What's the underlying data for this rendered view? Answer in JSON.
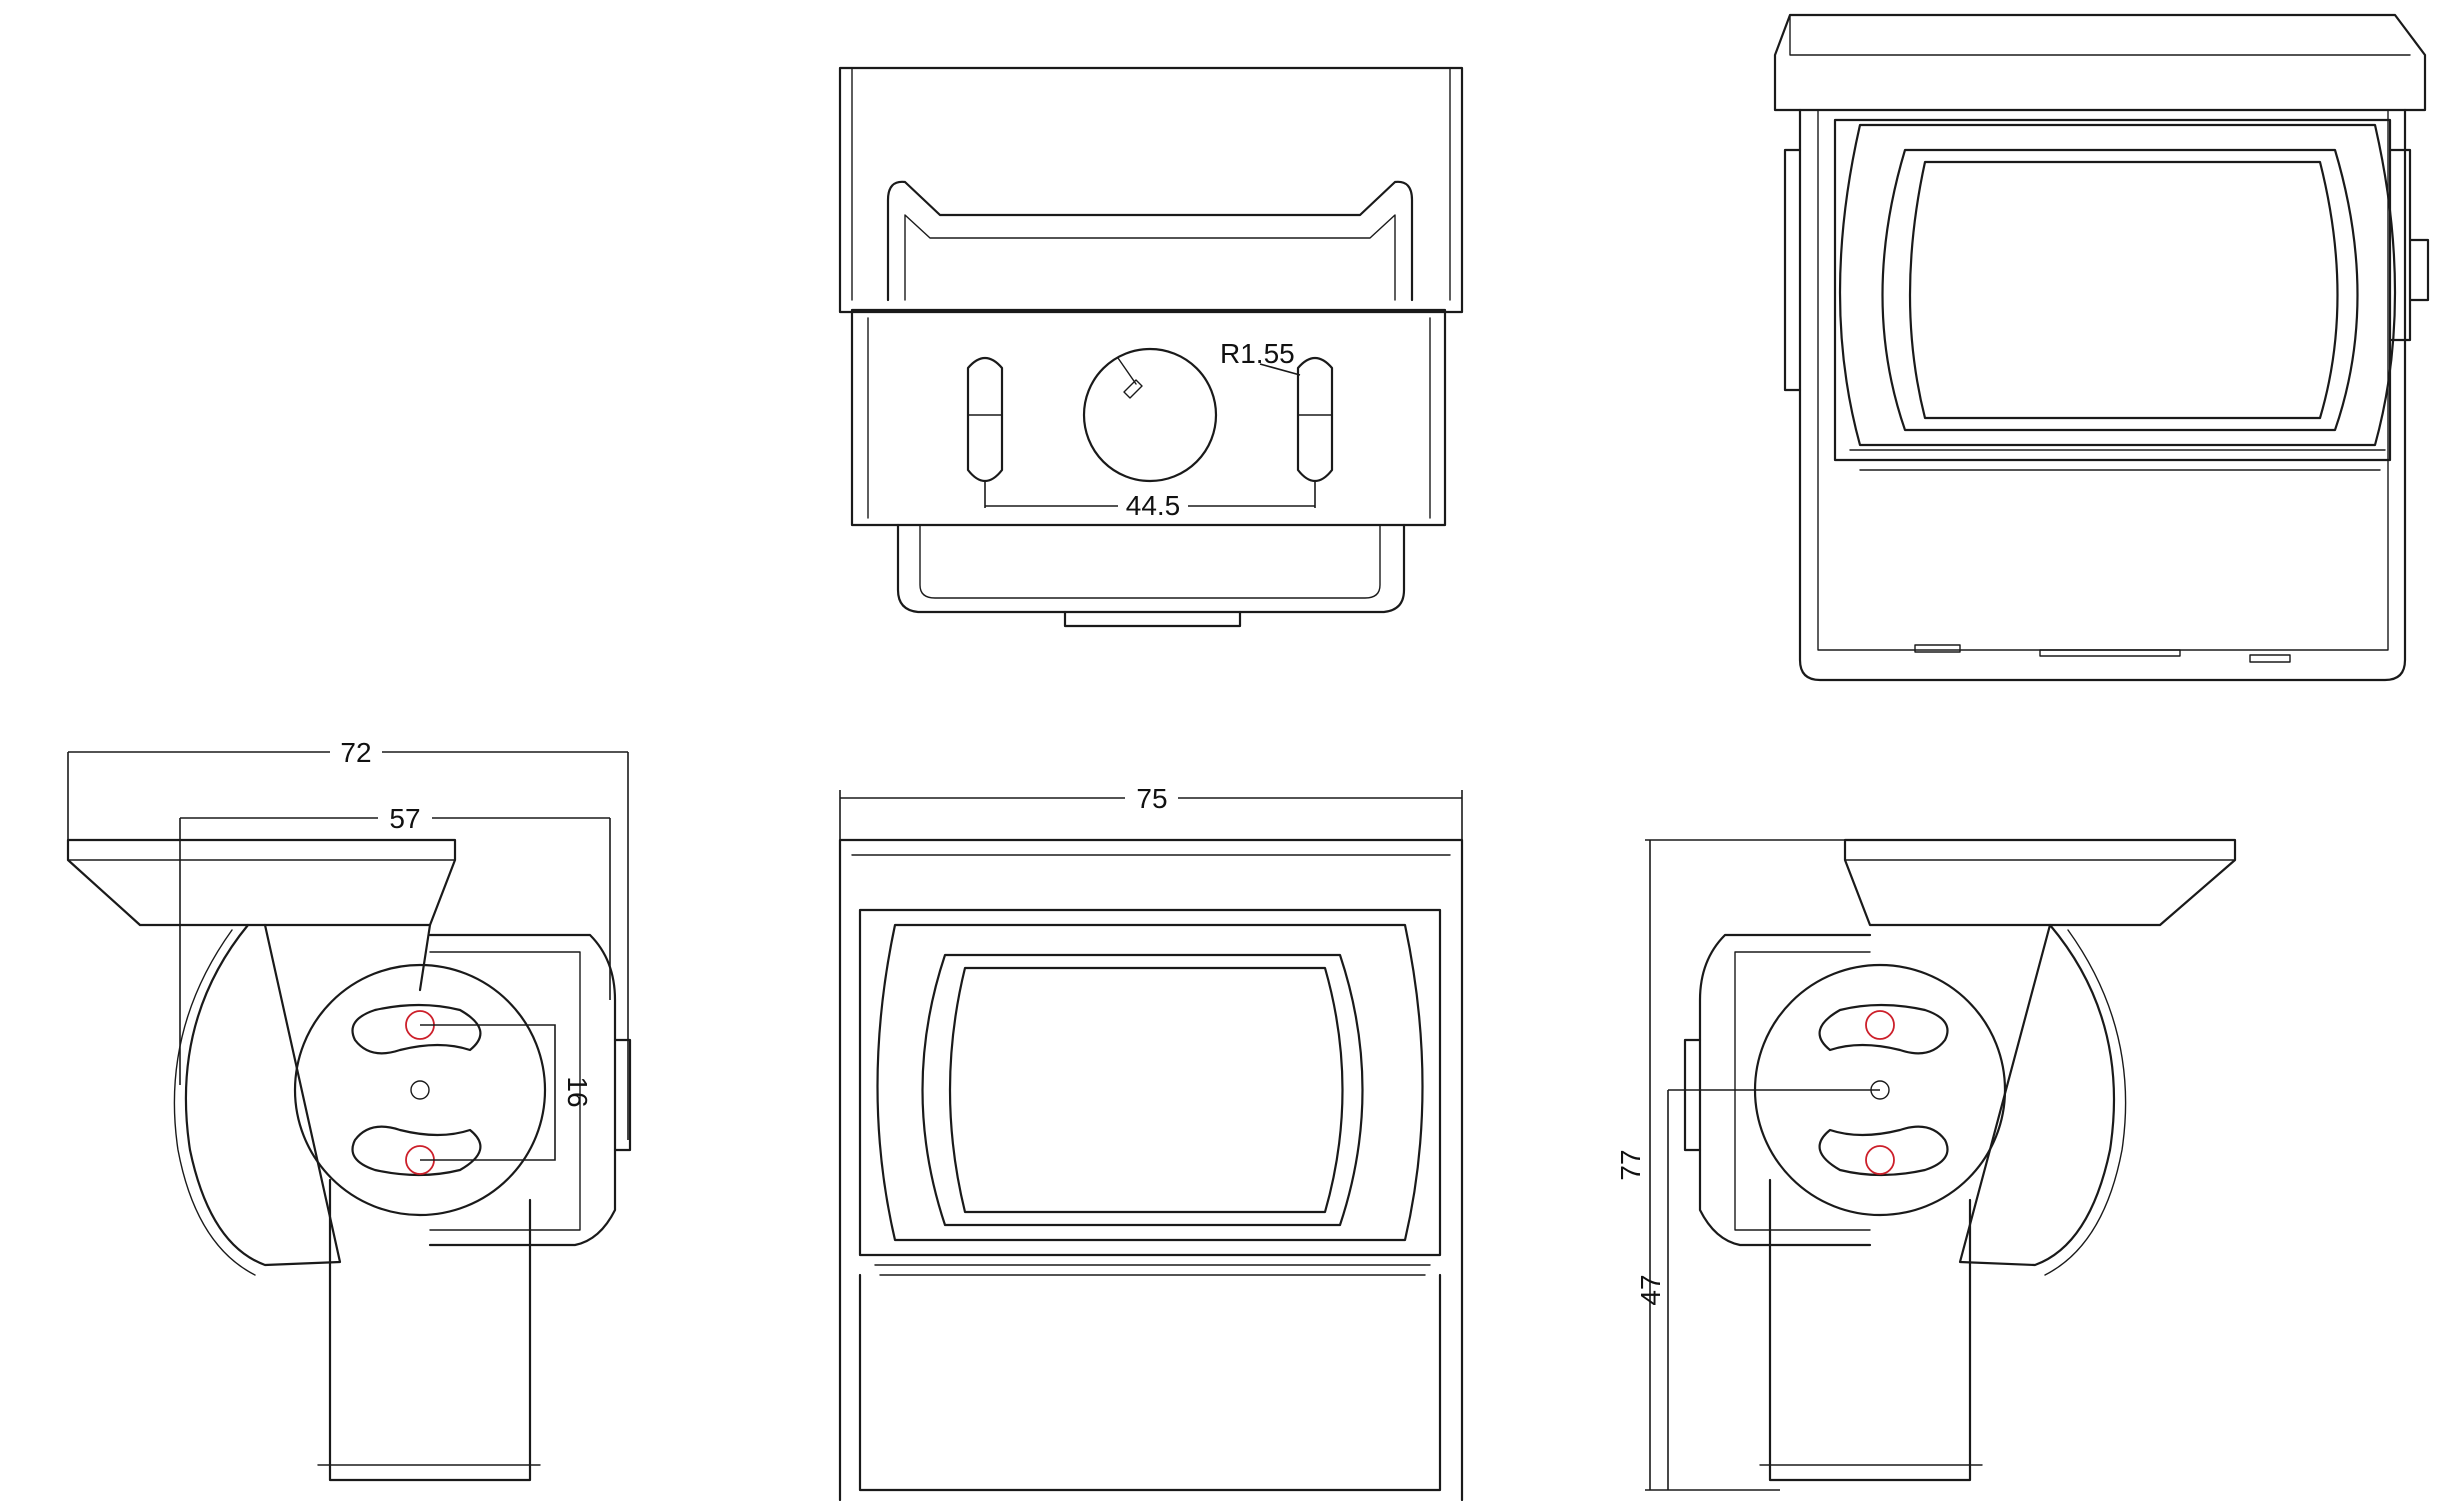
{
  "drawing": {
    "type": "orthographic engineering drawing",
    "dimensions": {
      "d72": "72",
      "d57": "57",
      "d75": "75",
      "d16": "16",
      "d77": "77",
      "d47": "47",
      "d44_5": "44.5",
      "r155": "R1.55"
    },
    "colors": {
      "line": "#1a1a1a",
      "screw_highlight": "#cc1f2a",
      "background": "#ffffff"
    }
  }
}
